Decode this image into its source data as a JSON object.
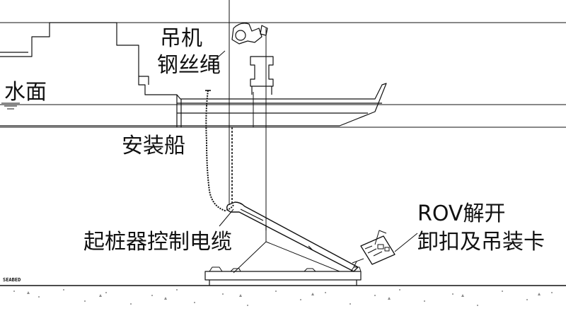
{
  "labels": {
    "crane_wire_line1": "吊机",
    "crane_wire_line2": "钢丝绳",
    "water_surface": "水面",
    "installation_vessel": "安装船",
    "lifter_control_cable": "起桩器控制电缆",
    "rov_line1": "ROV解开",
    "rov_line2": "卸扣及吊装卡",
    "seabed": "SEABED"
  },
  "icons": [
    "water-level-symbol",
    "rov-vehicle",
    "pile-lifter",
    "crane-block"
  ]
}
